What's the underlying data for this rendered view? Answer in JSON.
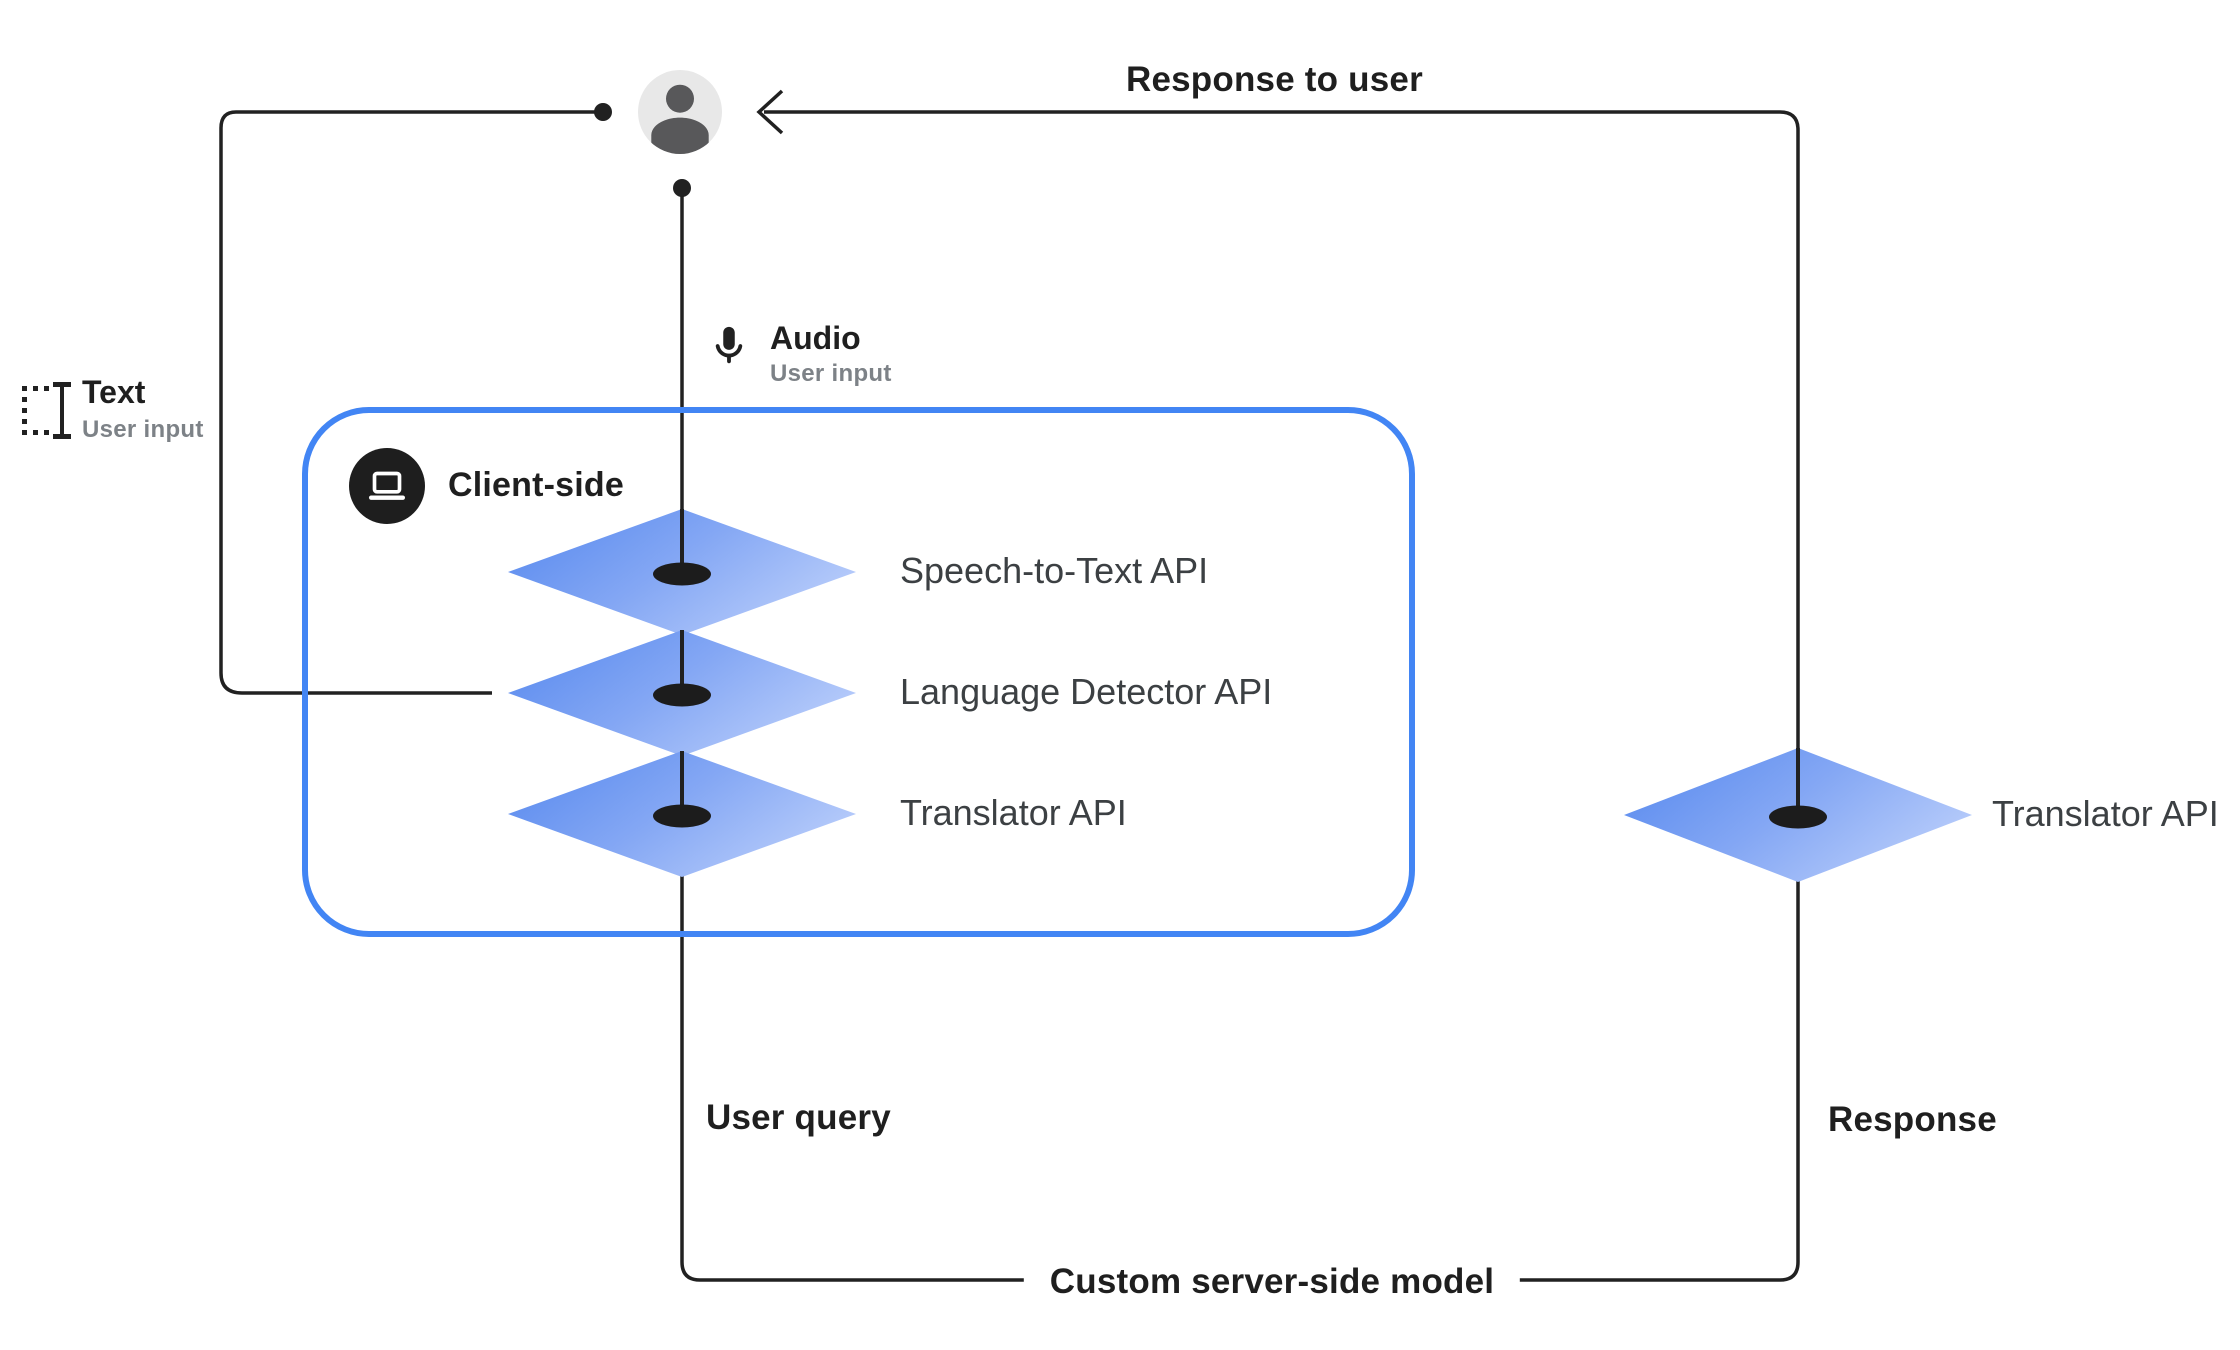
{
  "diagram": {
    "user": {
      "icon": "person-icon"
    },
    "edges": {
      "response_to_user": "Response to user",
      "user_query": "User query",
      "response": "Response",
      "server_model": "Custom server-side model"
    },
    "inputs": {
      "text": {
        "icon": "text-cursor-icon",
        "label": "Text",
        "sublabel": "User input"
      },
      "audio": {
        "icon": "microphone-icon",
        "label": "Audio",
        "sublabel": "User input"
      }
    },
    "client_box": {
      "icon": "laptop-icon",
      "label": "Client-side",
      "apis": [
        {
          "label": "Speech-to-Text API"
        },
        {
          "label": "Language Detector API"
        },
        {
          "label": "Translator API"
        }
      ]
    },
    "server": {
      "translator": {
        "label": "Translator API"
      }
    }
  },
  "colors": {
    "accent_blue": "#4285F4",
    "line_color": "#212121",
    "hole_color": "#1C1C1C",
    "diamond_gradient_left": "#5D8DEF",
    "diamond_gradient_mid": "#84A7F4",
    "diamond_gradient_right": "#BDD0FB",
    "text_primary": "#1F1F1F",
    "text_api": "#3C4043",
    "text_secondary": "#7D8287",
    "avatar_bg": "#E8E8E8",
    "avatar_fg": "#58585A",
    "client_icon_bg": "#1E1E1E",
    "canvas_bg": "#FFFFFF"
  }
}
